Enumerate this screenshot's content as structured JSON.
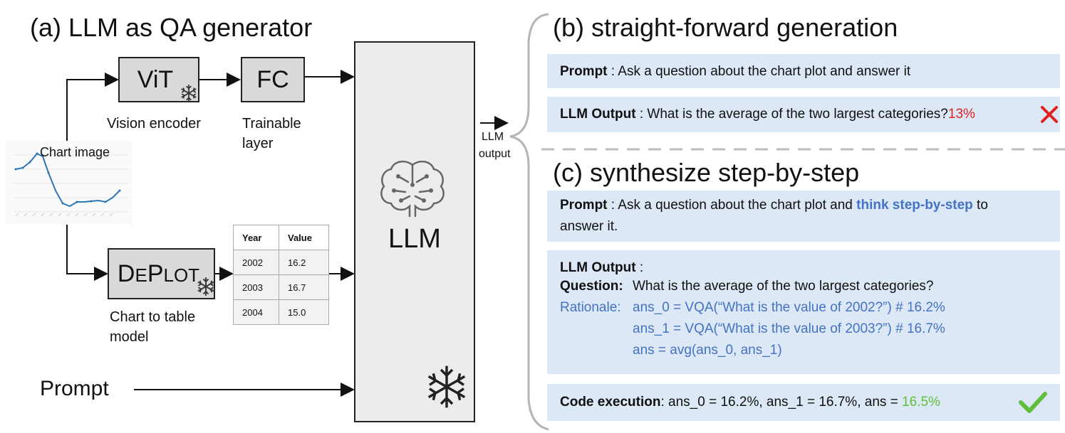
{
  "left": {
    "title": "(a) LLM as QA generator",
    "vit_label": "ViT",
    "fc_label": "FC",
    "vision_encoder_caption": "Vision encoder",
    "trainable_caption_1": "Trainable",
    "trainable_caption_2": "layer",
    "chart_image_label": "Chart image",
    "deplot_label_1": "D",
    "deplot_label_2": "E",
    "deplot_label_3": "P",
    "deplot_label_4": "LOT",
    "chart_to_table_1": "Chart to table",
    "chart_to_table_2": "model",
    "prompt_label": "Prompt",
    "llm_label": "LLM",
    "llm_output_1": "LLM",
    "llm_output_2": "output",
    "table": {
      "headers": [
        "Year",
        "Value"
      ],
      "rows": [
        [
          "2002",
          "16.2"
        ],
        [
          "2003",
          "16.7"
        ],
        [
          "2004",
          "15.0"
        ]
      ]
    }
  },
  "b": {
    "title": "(b) straight-forward generation",
    "prompt_key": "Prompt",
    "prompt_sep": " : ",
    "prompt_text": "Ask a question about the chart plot and answer it",
    "output_key": "LLM Output",
    "output_sep": " : ",
    "output_text": "What is the average of the two largest categories?",
    "output_answer": "13%"
  },
  "c": {
    "title": "(c) synthesize step-by-step",
    "prompt_key": "Prompt",
    "prompt_sep": " : ",
    "prompt_text_1": "Ask a question about the chart plot and ",
    "prompt_highlight": "think step-by-step",
    "prompt_text_2": " to",
    "prompt_text_3": "answer it.",
    "output_key": "LLM Output",
    "output_sep": " :",
    "question_key": "Question:",
    "question_text": "What is the average of the two largest categories?",
    "rationale_key": "Rationale:",
    "rationale_1": "ans_0 = VQA(“What is the value of 2002?”) # 16.2%",
    "rationale_2": "ans_1 = VQA(“What is the value of 2003?”) # 16.7%",
    "rationale_3": "ans = avg(ans_0, ans_1)",
    "exec_key": "Code execution",
    "exec_text": ": ans_0 = 16.2%, ans_1 = 16.7%, ans = ",
    "exec_answer": "16.5%"
  },
  "colors": {
    "panel_bg": "#dce8f5",
    "box_fill": "#d9d9d9",
    "highlight_blue": "#4472c4",
    "wrong_red": "#e02020",
    "right_green": "#5fbf3a"
  },
  "icons": [
    "snowflake-icon",
    "brain-icon",
    "cross-icon",
    "check-icon",
    "chart-thumbnail"
  ]
}
